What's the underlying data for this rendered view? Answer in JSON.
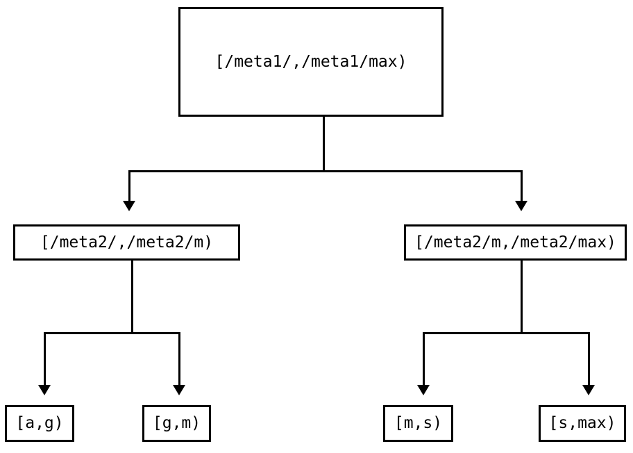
{
  "diagram": {
    "type": "tree",
    "title": "",
    "background_color": "#ffffff",
    "line_color": "#000000",
    "text_color": "#000000",
    "nodes": {
      "root": {
        "label": "[/meta1/,/meta1/max)"
      },
      "level2": [
        {
          "label": "[/meta2/,/meta2/m)"
        },
        {
          "label": "[/meta2/m,/meta2/max)"
        }
      ],
      "leaves": [
        {
          "label": "[a,g)"
        },
        {
          "label": "[g,m)"
        },
        {
          "label": "[m,s)"
        },
        {
          "label": "[s,max)"
        }
      ]
    },
    "edges": [
      {
        "from": "root",
        "to": "level2-left",
        "arrow": "down"
      },
      {
        "from": "root",
        "to": "level2-right",
        "arrow": "down"
      },
      {
        "from": "level2-left",
        "to": "leaf-a-g",
        "arrow": "down"
      },
      {
        "from": "level2-left",
        "to": "leaf-g-m",
        "arrow": "down"
      },
      {
        "from": "level2-right",
        "to": "leaf-m-s",
        "arrow": "down"
      },
      {
        "from": "level2-right",
        "to": "leaf-s-max",
        "arrow": "down"
      }
    ]
  }
}
